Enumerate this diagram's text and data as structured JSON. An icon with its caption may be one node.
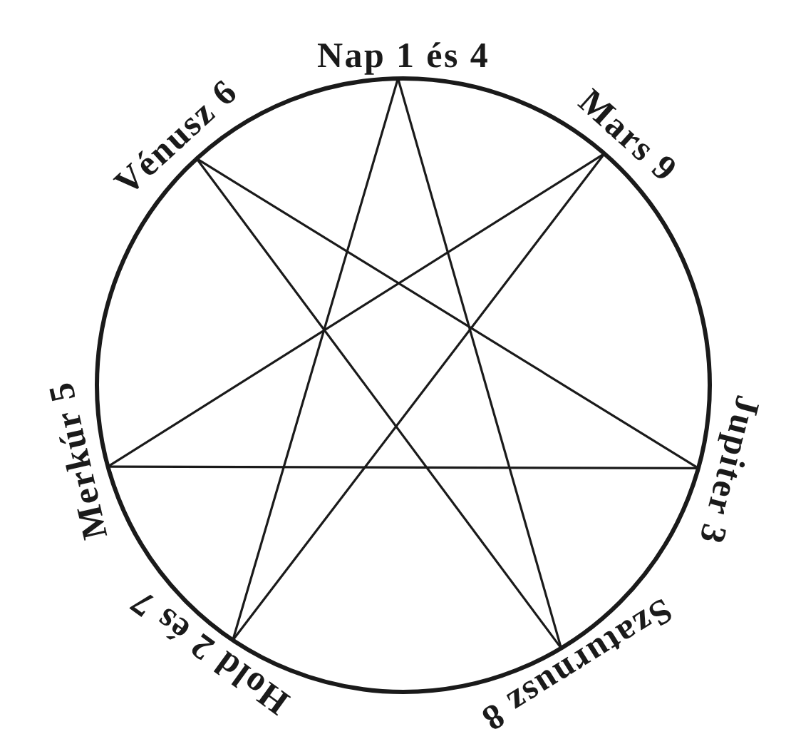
{
  "diagram": {
    "nodes": [
      {
        "text": [
          "Nap 1 és 4"
        ]
      },
      {
        "text": [
          "Vénusz 6"
        ]
      },
      {
        "text": [
          "Mars 9"
        ]
      },
      {
        "text": [
          "Merkúr 5"
        ]
      },
      {
        "text": [
          "Jupiter 3"
        ]
      },
      {
        "text": [
          "Hold 2 és 7"
        ]
      },
      {
        "text": [
          "Szaturnusz 8"
        ]
      }
    ],
    "edges": [
      {
        "from": 0,
        "to": 6,
        "arrow": "none"
      },
      {
        "from": 6,
        "to": 1,
        "arrow": "none"
      },
      {
        "from": 1,
        "to": 4,
        "arrow": "none"
      },
      {
        "from": 4,
        "to": 3,
        "arrow": "none"
      },
      {
        "from": 3,
        "to": 2,
        "arrow": "none"
      },
      {
        "from": 2,
        "to": 5,
        "arrow": "none"
      },
      {
        "from": 5,
        "to": 0,
        "arrow": "none"
      }
    ]
  }
}
